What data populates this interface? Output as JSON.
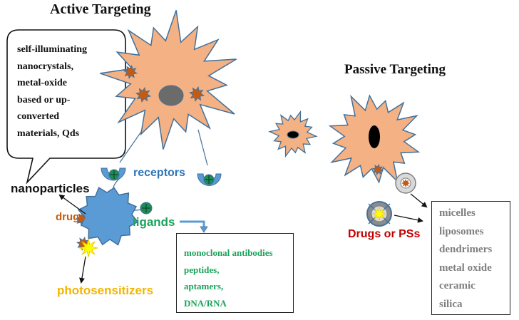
{
  "titles": {
    "active": "Active Targeting",
    "passive": "Passive Targeting"
  },
  "labels": {
    "receptors": "receptors",
    "nanoparticles": "nanoparticles",
    "ligands": "ligands",
    "drugs": "drugs",
    "photosensitizers": "photosensitizers",
    "drugs_or_ps": "Drugs or PSs"
  },
  "nanoparticle_types": [
    "self-illuminating",
    "nanocrystals,",
    "metal-oxide",
    "based or up-",
    "converted",
    "materials, Qds"
  ],
  "ligand_types": [
    "monoclonal antibodies",
    "peptides,",
    "aptamers,",
    "DNA/RNA"
  ],
  "carrier_types": [
    "micelles",
    "liposomes",
    "dendrimers",
    "metal oxide",
    "ceramic",
    "silica"
  ],
  "colors": {
    "cell_fill": "#f4b183",
    "cell_stroke": "#41719c",
    "nucleus_gray": "#6b6b6b",
    "nucleus_black": "#000000",
    "drug_star": "#c55a11",
    "nanoparticle": "#5b9bd5",
    "receptor": "#5b9bd5",
    "ligand": "#1e8c57",
    "ps_star": "#ffff00",
    "receptors_text": "#2e75b6",
    "ligands_text": "#1ba35a",
    "drugs_text": "#c55a11",
    "ps_text": "#f4b400",
    "drugs_ps_text": "#c00000",
    "carrier_text": "#7f7f7f"
  }
}
